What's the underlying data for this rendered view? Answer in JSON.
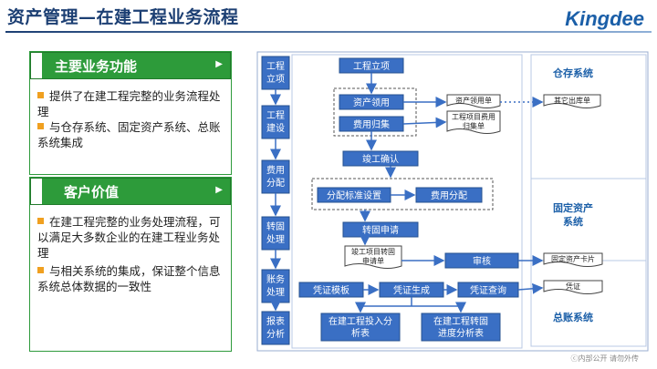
{
  "header": {
    "title": "资产管理—在建工程业务流程",
    "logo": "Kingdee"
  },
  "panels": {
    "main_functions": {
      "title": "主要业务功能",
      "bullets": [
        "提供了在建工程完整的业务流程处理",
        "与仓存系统、固定资产系统、总账系统集成"
      ]
    },
    "customer_value": {
      "title": "客户价值",
      "bullets": [
        "在建工程完整的业务处理流程，可以满足大多数企业的在建工程业务处理",
        "与相关系统的集成，保证整个信息系统总体数据的一致性"
      ]
    }
  },
  "flow": {
    "stages": [
      "工程立项",
      "工程建设",
      "费用分配",
      "转固处理",
      "账务处理",
      "报表分析"
    ],
    "steps": {
      "project_setup": "工程立项",
      "asset_requisition": "资产领用",
      "cost_collection": "费用归集",
      "completion_confirm": "竣工确认",
      "allocation_standard": "分配标准设置",
      "cost_allocation": "费用分配",
      "transfer_request": "转固申请",
      "audit": "审核",
      "voucher_template": "凭证模板",
      "voucher_generate": "凭证生成",
      "voucher_query": "凭证查询"
    },
    "documents": {
      "asset_requisition_doc": "资产领用单",
      "cost_collection_doc": "工程项目费用归集单",
      "transfer_request_doc": "竣工项目转固申请单"
    },
    "reports": [
      "在建工程投入分析表",
      "在建工程转固进度分析表"
    ],
    "systems": {
      "warehouse": {
        "name": "仓存系统",
        "doc": "其它出库单"
      },
      "fixed_asset": {
        "name": "固定资产系统",
        "doc": "固定资产卡片"
      },
      "ledger": {
        "name": "总账系统",
        "doc": "凭证"
      }
    }
  },
  "footer": {
    "classification": "内部公开 请勿外传"
  },
  "colors": {
    "accent_green": "#2d9b3a",
    "flow_blue": "#3a6fc4",
    "title_navy": "#1c3f73",
    "bullet_orange": "#f0a020"
  }
}
